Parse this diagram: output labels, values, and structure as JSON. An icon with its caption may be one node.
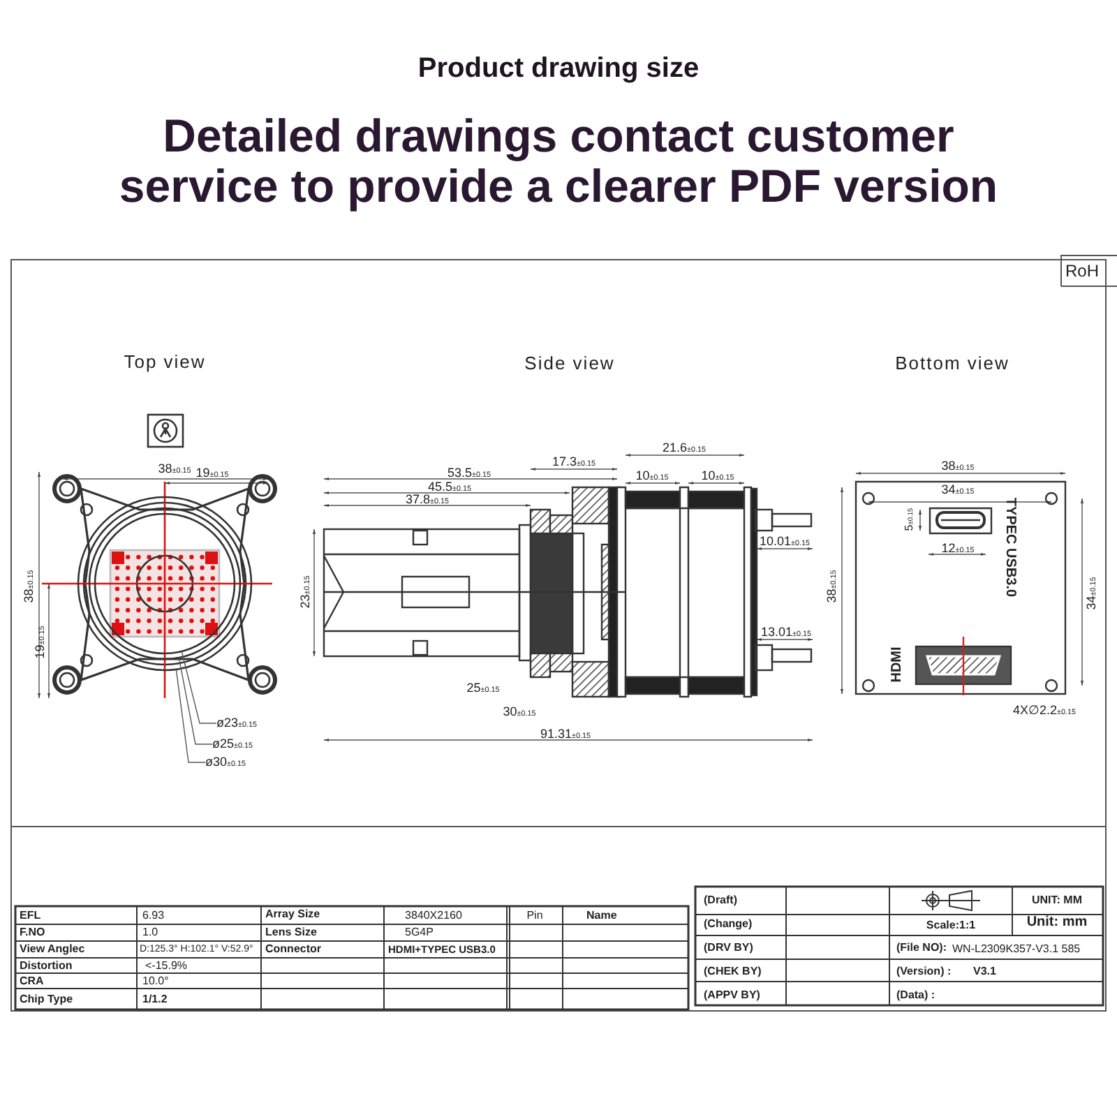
{
  "diagram": {
    "title": "Product drawing size",
    "nodes": [
      {
        "text": [
          "ø23$_{±0.15}$"
        ]
      },
      {
        "text": [
          "ø25$_{±0.15}$"
        ]
      },
      {
        "text": [
          "ø30$_{±0.15}$"
        ]
      },
      {
        "text": [],
        "shape": "circle"
      },
      {
        "text": [],
        "shape": "circle",
        "in": 3
      },
      {
        "text": [],
        "shape": "circle",
        "in": 4
      }
    ],
    "edges": [
      {
        "from": 0,
        "to": 5,
        "arrow": "none"
      },
      {
        "from": 1,
        "to": 4,
        "arrow": "none"
      },
      {
        "from": 2,
        "to": 3,
        "arrow": "none"
      }
    ],
    "labels": [
      "Detailed drawings contact customer service to provide a clearer PDF version",
      "RoH",
      "Top view",
      "Side view",
      "Bottom view",
      "38$_{±0.15}$",
      "19$_{±0.15}$",
      "38$_{±0.15}$",
      "19$_{±0.15}$",
      "17.3$_{±0.15}$",
      "21.6$_{±0.15}$",
      "53.5$_{±0.15}$",
      "45.5$_{±0.15}$",
      "10$_{±0.15}$",
      "10$_{±0.15}$",
      "37.8$_{±0.15}$",
      "10.01$_{±0.15}$",
      "23$_{±0.15}$",
      "13.01$_{±0.15}$",
      "25$_{±0.15}$",
      "30$_{±0.15}$",
      "91.31$_{±0.15}$",
      "38$_{±0.15}$",
      "34$_{±0.15}$",
      "5$_{±0.15}$",
      "12$_{±0.15}$",
      "TYPEC USB3.0",
      "38$_{±0.15}$",
      "34$_{±0.15}$",
      "HDMI",
      "4X∅2.2$_{±0.15}$",
      "EFL",
      "6.93",
      "Array Size",
      "3840X2160",
      "Pin",
      "Name",
      "F.NO",
      "1.0",
      "Lens Size",
      "5G4P",
      "View Anglec",
      "D:125.3° H:102.1° V:52.9°",
      "Connector",
      "HDMI+TYPEC USB3.0",
      "Distortion",
      "<-15.9%",
      "CRA",
      "10.0°",
      "Chip Type",
      "1/1.2",
      "(Draft)",
      "UNIT: MM",
      "(Change)",
      "Scale:1:1",
      "Unit: mm",
      "(DRV BY)",
      "(File NO):",
      "WN-L2309K357-V3.1 585",
      "(CHEK BY)",
      "(Version) :",
      "V3.1",
      "(APPV BY)",
      "(Data) :"
    ]
  }
}
